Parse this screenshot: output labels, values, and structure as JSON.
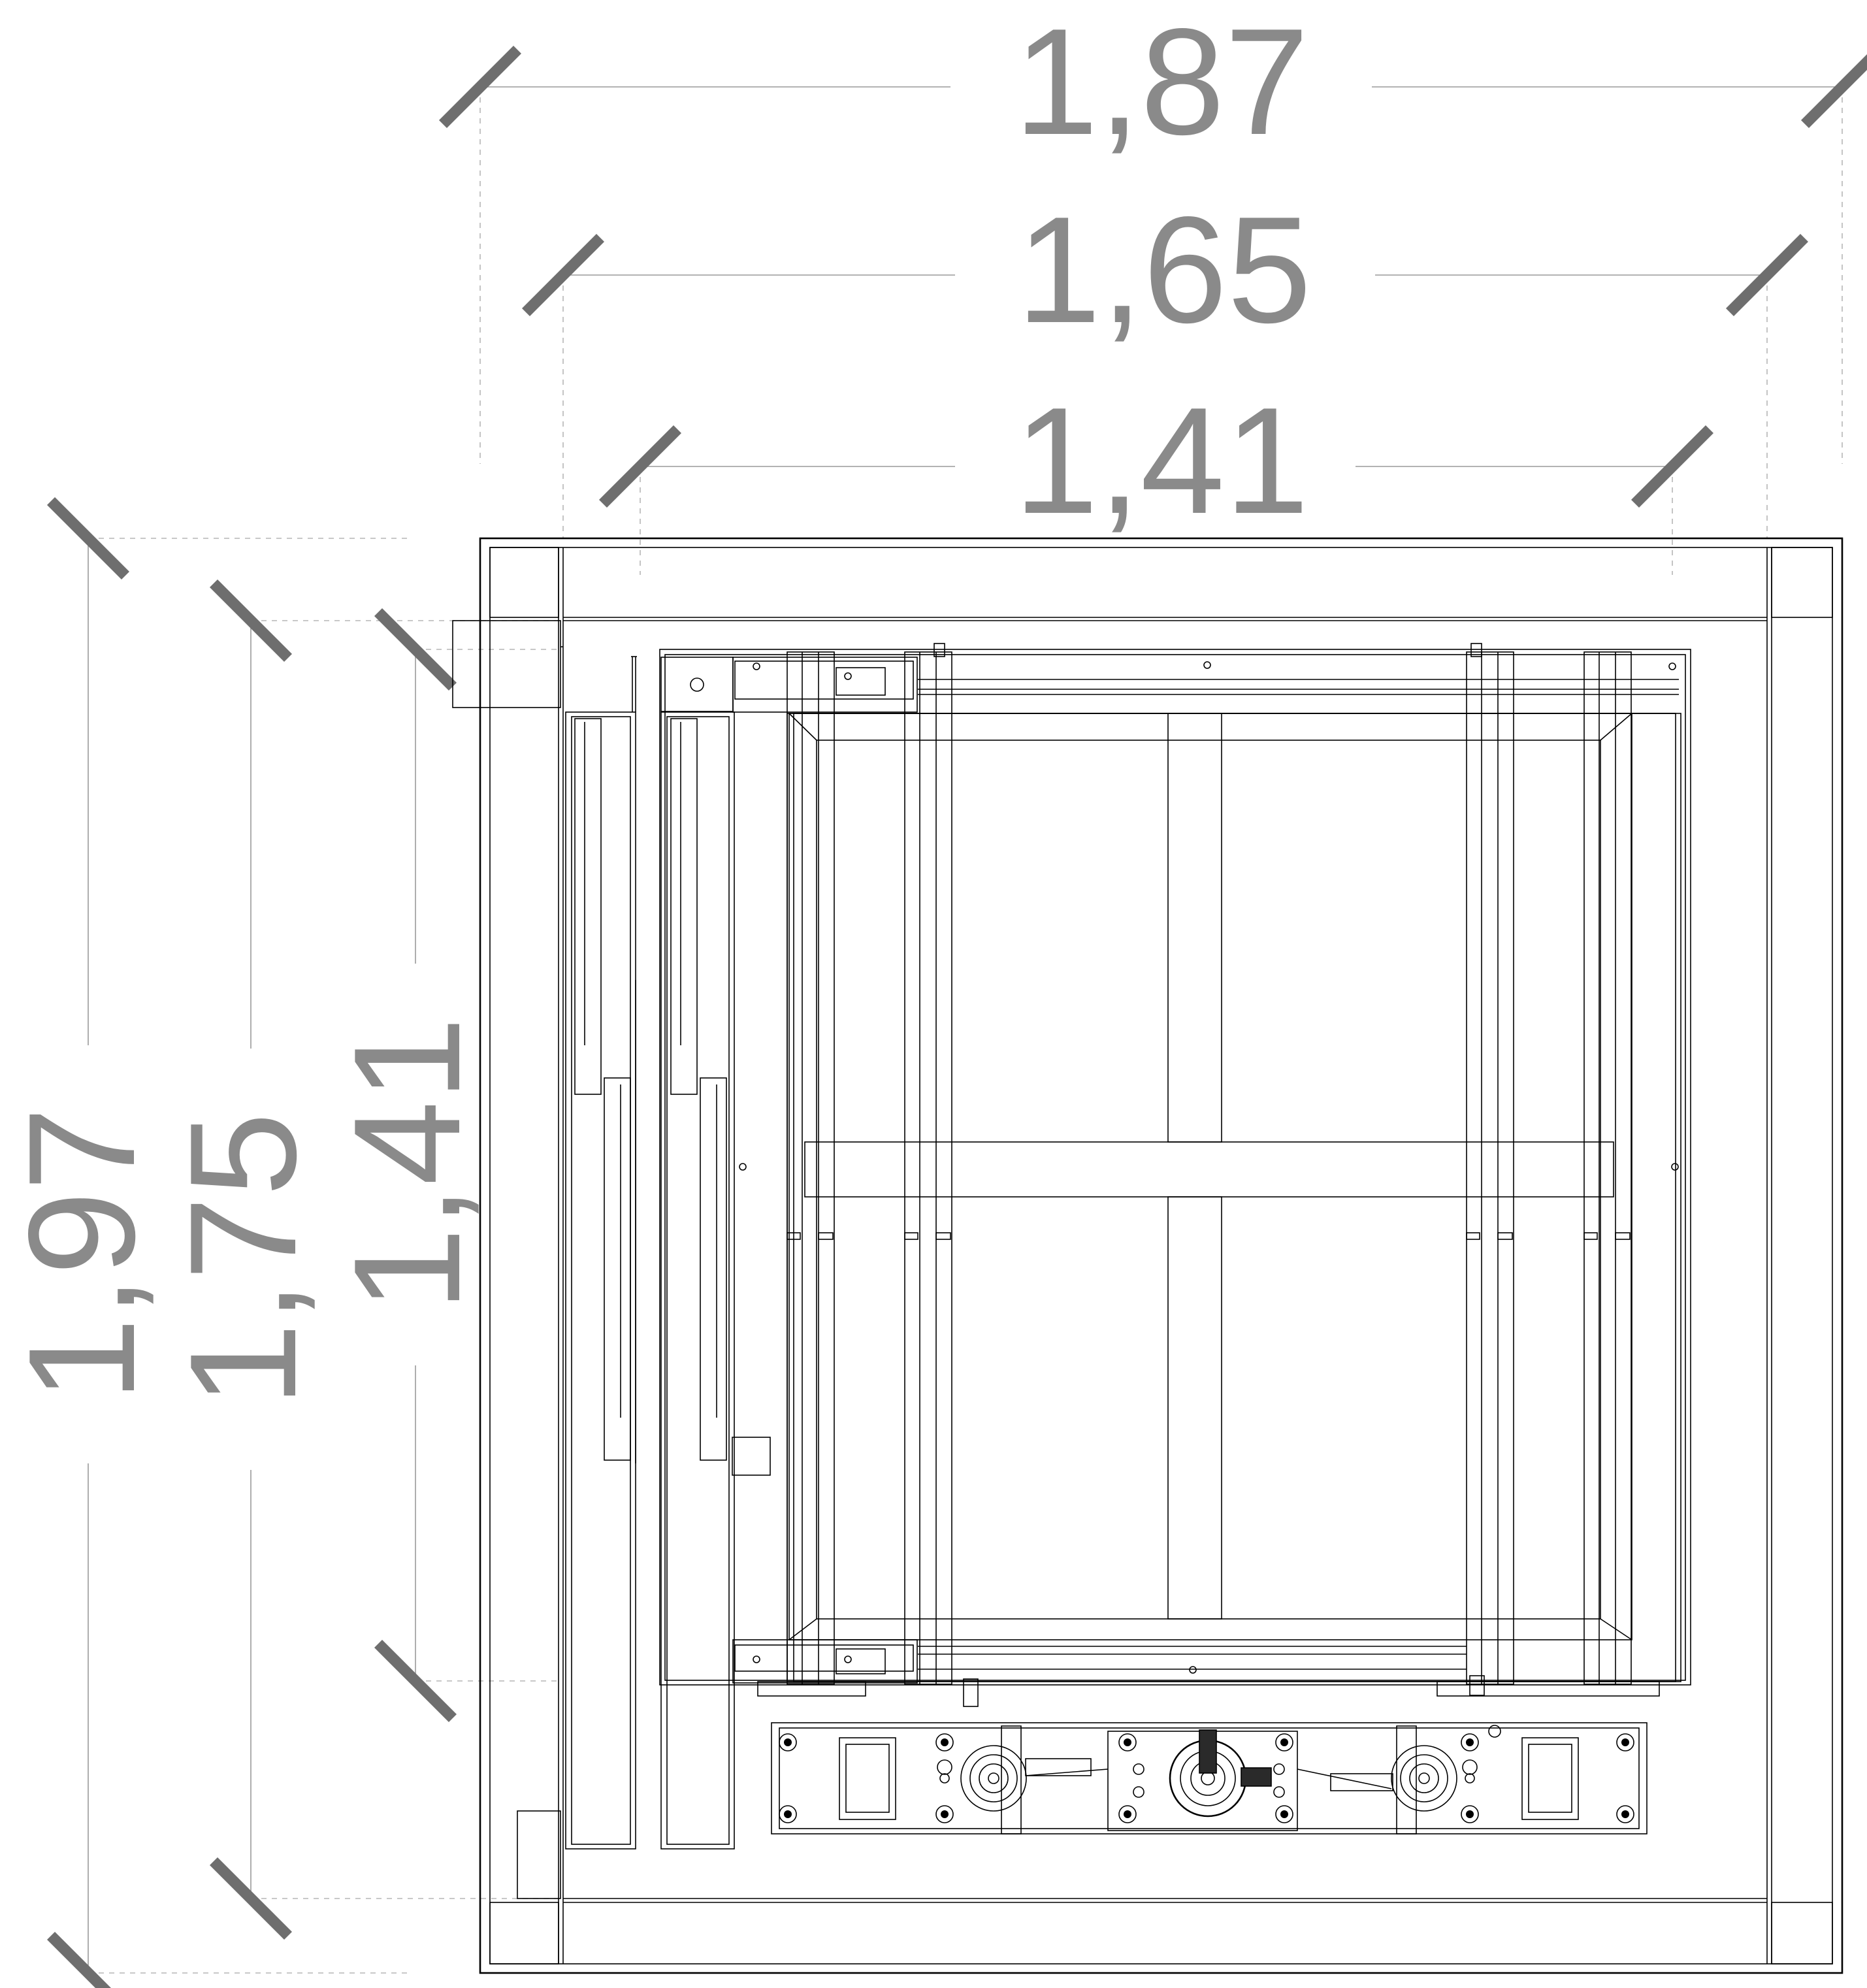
{
  "dimensions": {
    "horizontal": [
      {
        "label": "1,87"
      },
      {
        "label": "1,65"
      },
      {
        "label": "1,41"
      }
    ],
    "vertical": [
      {
        "label": "1,97"
      },
      {
        "label": "1,75"
      },
      {
        "label": "1,41"
      }
    ]
  },
  "colors": {
    "dimension_text": "#8a8a8a",
    "dimension_tick": "#6e6e6e",
    "linework": "#000000"
  }
}
